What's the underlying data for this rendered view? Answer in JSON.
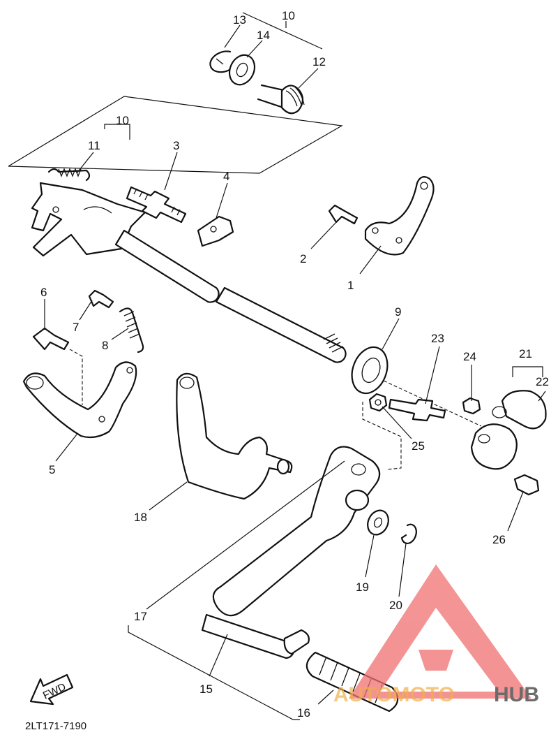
{
  "callouts": {
    "c1": "1",
    "c2": "2",
    "c3": "3",
    "c4": "4",
    "c5": "5",
    "c6": "6",
    "c7": "7",
    "c8": "8",
    "c9": "9",
    "c10a": "10",
    "c10b": "10",
    "c11": "11",
    "c12": "12",
    "c13": "13",
    "c14": "14",
    "c15": "15",
    "c16": "16",
    "c17": "17",
    "c18": "18",
    "c19": "19",
    "c20": "20",
    "c21": "21",
    "c22": "22",
    "c23": "23",
    "c24": "24",
    "c25": "25",
    "c26": "26"
  },
  "fwd_label": "FWD",
  "diagram_code": "2LT171-7190",
  "watermark": {
    "part_a": "AUTOMOTO",
    "part_b": "HUB",
    "color_a": "#f0b04a",
    "color_b": "#6b6b6b",
    "logo_color": "#f07070"
  }
}
